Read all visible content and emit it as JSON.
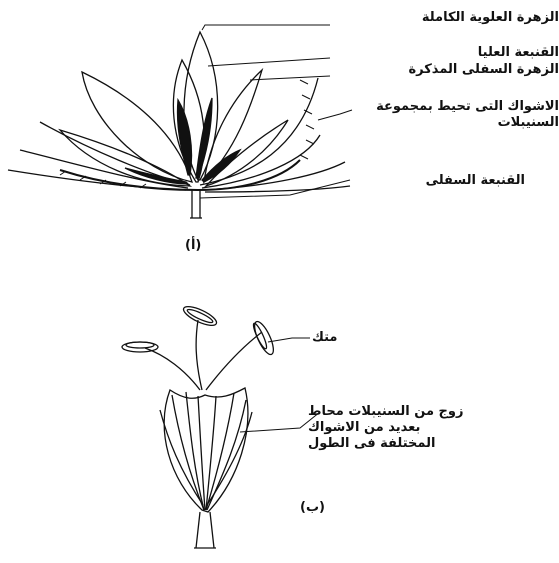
{
  "figure_a": {
    "caption": "(أ)",
    "labels": {
      "upper_complete_floret": "الزهرة العلوية الكاملة",
      "upper_palea": "القنبعة العليا",
      "lower_male_floret": "الزهرة السفلى المذكرة",
      "bristles_line1": "الاشواك التى تحيط بمجموعة",
      "bristles_line2": "السنيبلات",
      "lower_glume": "القنبعة السفلى"
    }
  },
  "figure_b": {
    "caption": "(ب)",
    "labels": {
      "anther": "متك",
      "spikelet_pair_line1": "زوج من السنيبلات محاط",
      "spikelet_pair_line2": "بعديد من الاشواك",
      "spikelet_pair_line3": "المختلفة فى الطول"
    }
  }
}
